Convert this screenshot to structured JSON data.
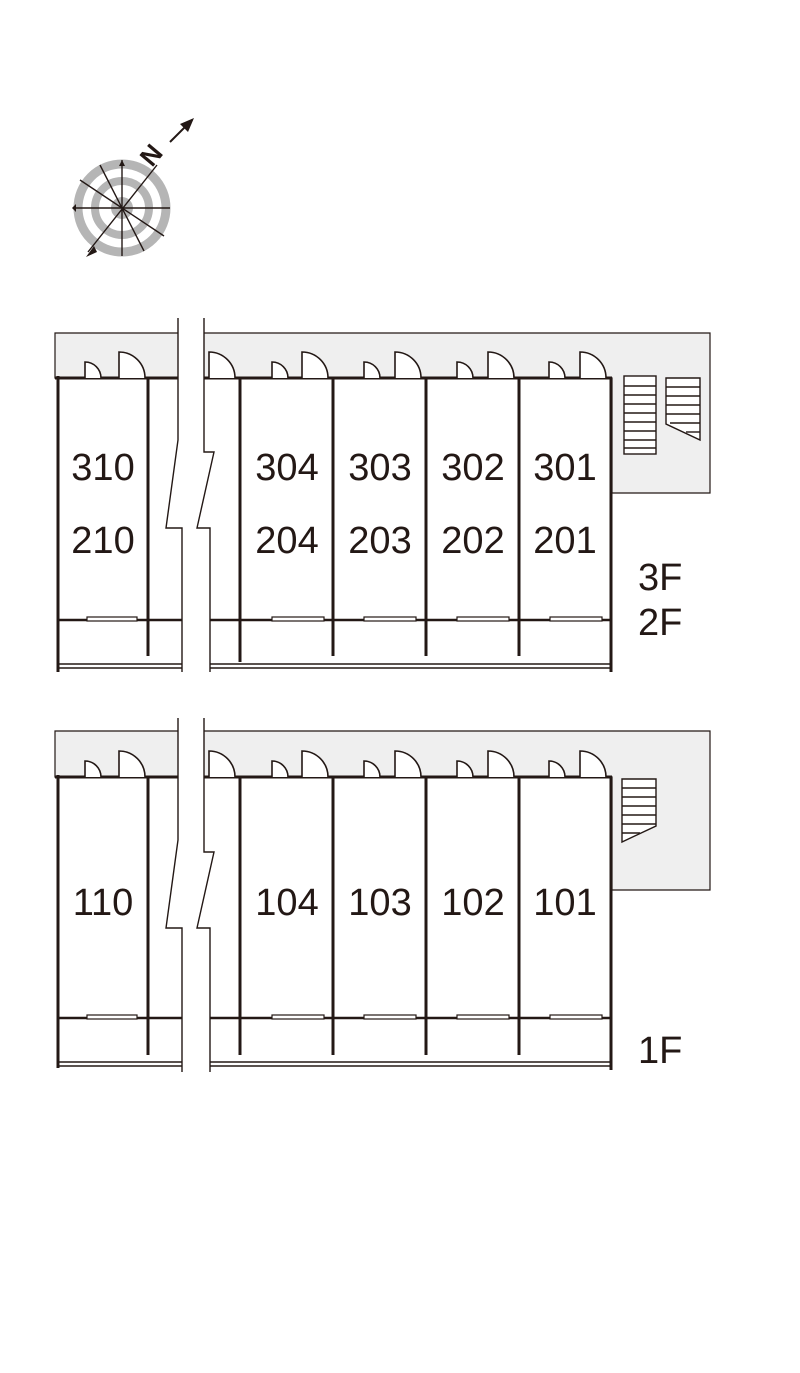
{
  "compass": {
    "letter": "N",
    "icon": "north-arrow-icon"
  },
  "upper_block": {
    "floor_labels": [
      "3F",
      "2F"
    ],
    "units": [
      {
        "top": "310",
        "bottom": "210"
      },
      {
        "top": "304",
        "bottom": "204"
      },
      {
        "top": "303",
        "bottom": "203"
      },
      {
        "top": "302",
        "bottom": "202"
      },
      {
        "top": "301",
        "bottom": "201"
      }
    ]
  },
  "lower_block": {
    "floor_labels": [
      "1F"
    ],
    "units": [
      {
        "label": "110"
      },
      {
        "label": "104"
      },
      {
        "label": "103"
      },
      {
        "label": "102"
      },
      {
        "label": "101"
      }
    ]
  },
  "colors": {
    "line": "#231815",
    "corridor": "#efefef",
    "compass_gray": "#b5b5b5"
  }
}
